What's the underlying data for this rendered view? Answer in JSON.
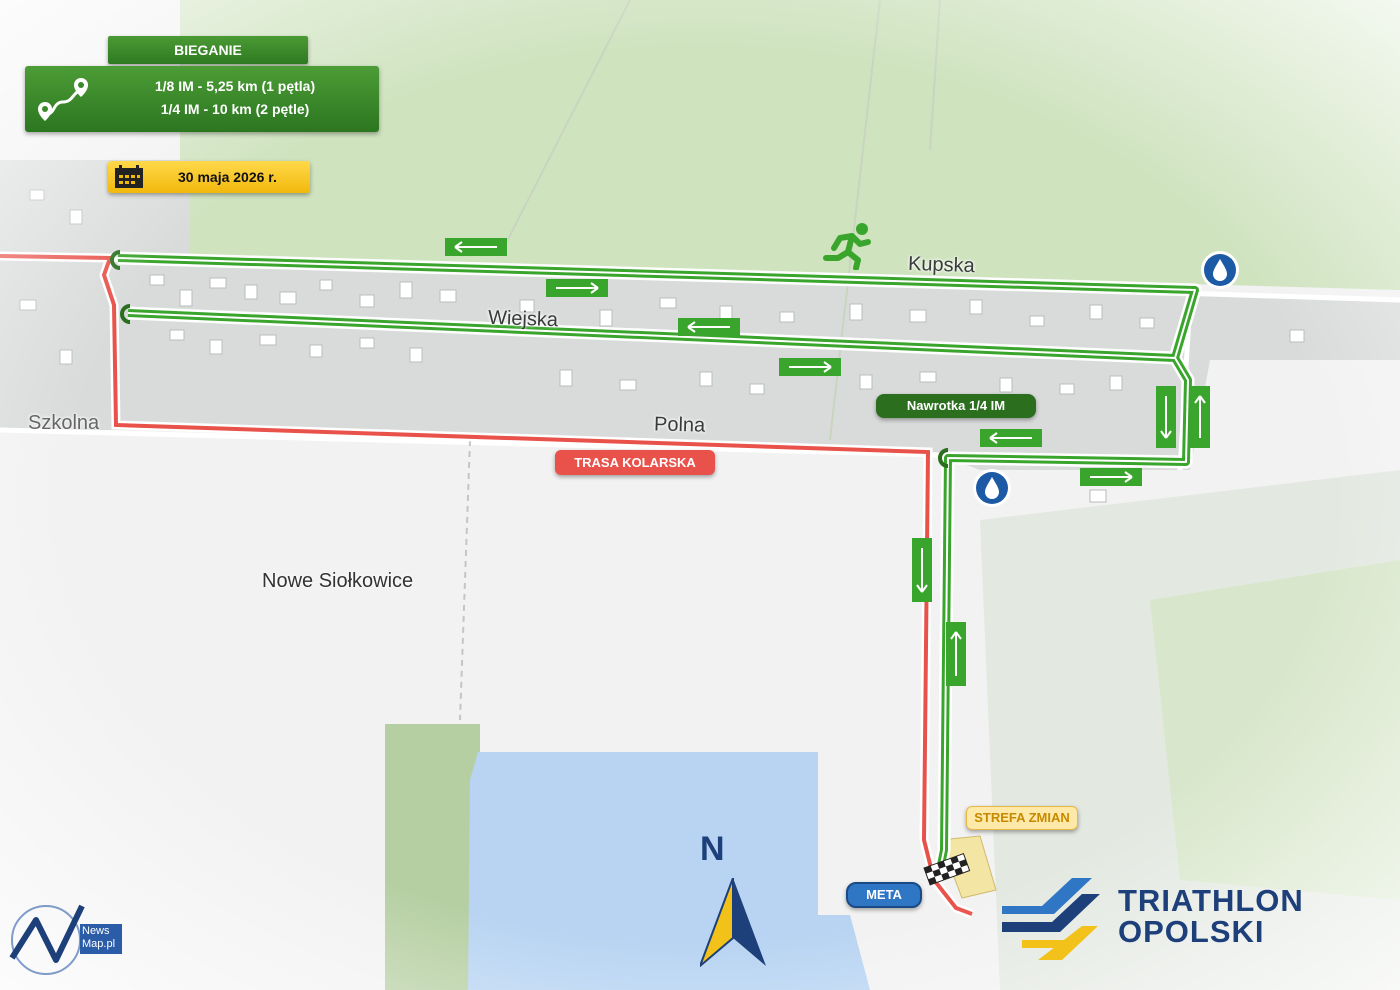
{
  "title": "BIEGANIE",
  "distances": {
    "line1": "1/8 IM - 5,25 km (1 pętla)",
    "line2": "1/4 IM - 10 km (2 pętle)"
  },
  "date": "30 maja 2026 r.",
  "streets": {
    "kupska": "Kupska",
    "wiejska": "Wiejska",
    "polna": "Polna",
    "szkolna": "Szkolna"
  },
  "village": "Nowe Siołkowice",
  "labels": {
    "bike_route": "TRASA KOLARSKA",
    "turnaround": "Nawrotka 1/4 IM",
    "transition_zone": "STREFA ZMIAN",
    "finish": "META"
  },
  "compass": "N",
  "brand": {
    "line1": "TRIATHLON",
    "line2": "OPOLSKI"
  },
  "watermark": {
    "line1": "News",
    "line2": "Map.pl"
  },
  "icons": [
    "route-icon",
    "calendar-icon",
    "runner-icon",
    "water-drop-icon",
    "finish-flag-icon",
    "compass-arrow-icon"
  ],
  "colors": {
    "run_route": "#3aa52c",
    "bike_route": "#e8524a",
    "turnaround_label": "#2a6e1e",
    "finish_label": "#2f76c5",
    "brand": "#1d3f7a",
    "water": "#b8d4f2"
  }
}
